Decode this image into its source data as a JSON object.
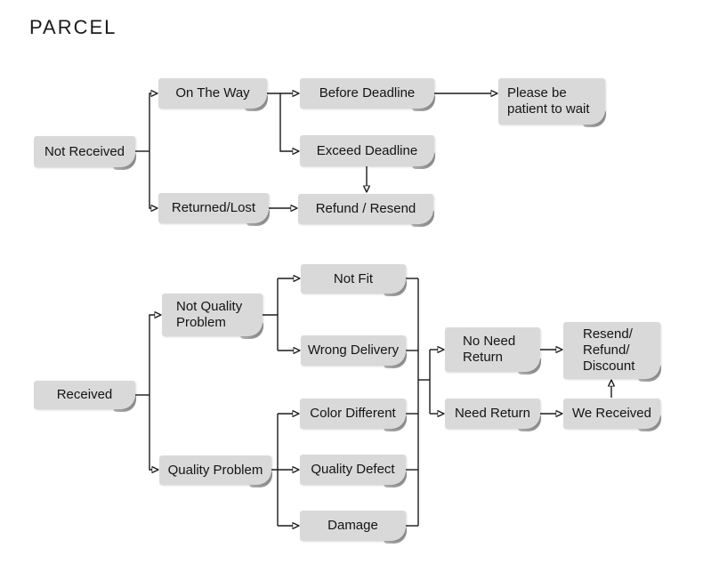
{
  "title": "PARCEL",
  "colors": {
    "background": "#ffffff",
    "box_fill": "#d9d9d9",
    "box_curl_shadow": "#969696",
    "line": "#1a1a1a",
    "text": "#141414"
  },
  "nodes": [
    {
      "id": "not-received",
      "label": "Not Received"
    },
    {
      "id": "on-the-way",
      "label": "On The Way"
    },
    {
      "id": "before-deadline",
      "label": "Before Deadline"
    },
    {
      "id": "please-wait",
      "label": "Please be\npatient to wait"
    },
    {
      "id": "exceed-deadline",
      "label": "Exceed Deadline"
    },
    {
      "id": "returned-lost",
      "label": "Returned/Lost"
    },
    {
      "id": "refund-resend",
      "label": "Refund / Resend"
    },
    {
      "id": "received",
      "label": "Received"
    },
    {
      "id": "not-quality-problem",
      "label": "Not Quality\nProblem"
    },
    {
      "id": "not-fit",
      "label": "Not Fit"
    },
    {
      "id": "wrong-delivery",
      "label": "Wrong Delivery"
    },
    {
      "id": "quality-problem",
      "label": "Quality Problem"
    },
    {
      "id": "color-different",
      "label": "Color Different"
    },
    {
      "id": "quality-defect",
      "label": "Quality Defect"
    },
    {
      "id": "damage",
      "label": "Damage"
    },
    {
      "id": "no-need-return",
      "label": "No Need\nReturn"
    },
    {
      "id": "need-return",
      "label": "Need Return"
    },
    {
      "id": "resend-refund-discount",
      "label": "Resend/\nRefund/\nDiscount"
    },
    {
      "id": "we-received",
      "label": "We Received"
    }
  ],
  "edges": [
    {
      "from": "not-received",
      "to": "on-the-way"
    },
    {
      "from": "not-received",
      "to": "returned-lost"
    },
    {
      "from": "on-the-way",
      "to": "before-deadline"
    },
    {
      "from": "on-the-way",
      "to": "exceed-deadline"
    },
    {
      "from": "before-deadline",
      "to": "please-wait"
    },
    {
      "from": "exceed-deadline",
      "to": "refund-resend"
    },
    {
      "from": "returned-lost",
      "to": "refund-resend"
    },
    {
      "from": "received",
      "to": "not-quality-problem"
    },
    {
      "from": "received",
      "to": "quality-problem"
    },
    {
      "from": "not-quality-problem",
      "to": "not-fit"
    },
    {
      "from": "not-quality-problem",
      "to": "wrong-delivery"
    },
    {
      "from": "quality-problem",
      "to": "color-different"
    },
    {
      "from": "quality-problem",
      "to": "quality-defect"
    },
    {
      "from": "quality-problem",
      "to": "damage"
    },
    {
      "from": [
        "not-fit",
        "wrong-delivery",
        "color-different",
        "quality-defect",
        "damage"
      ],
      "to": [
        "no-need-return",
        "need-return"
      ]
    },
    {
      "from": "no-need-return",
      "to": "resend-refund-discount"
    },
    {
      "from": "need-return",
      "to": "we-received"
    },
    {
      "from": "we-received",
      "to": "resend-refund-discount"
    }
  ]
}
